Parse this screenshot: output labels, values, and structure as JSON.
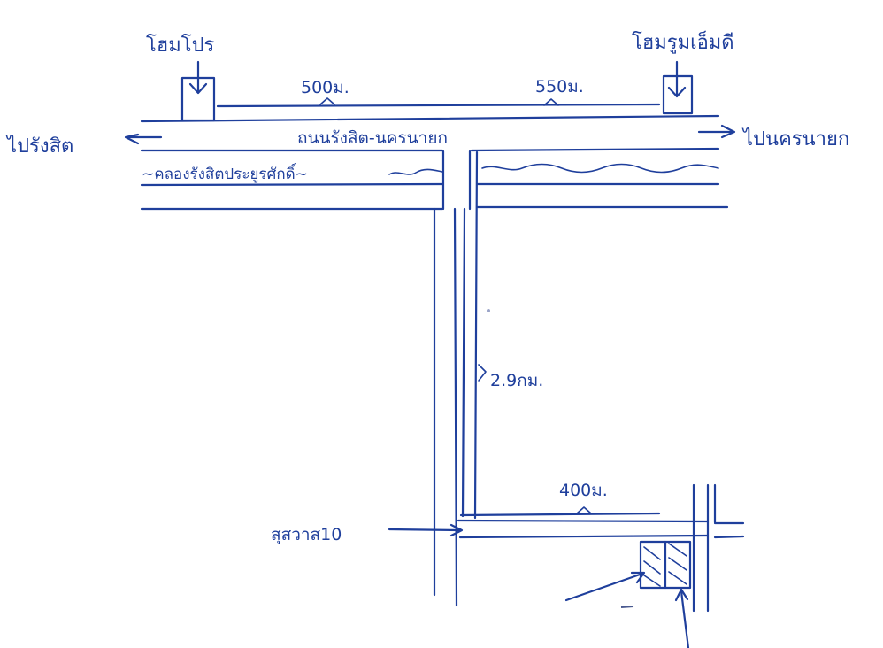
{
  "colors": {
    "ink": "#1f3f9c",
    "paper": "#ffffff"
  },
  "landmarks": {
    "left_store": "โฮมโปร",
    "right_store": "โฮมรูมเอ็มดี"
  },
  "road": {
    "name": "ถนนรังสิต-นครนายก",
    "to_left": "ไปรังสิต",
    "to_right": "ไปนครนายก"
  },
  "canal": {
    "name": "~คลองรังสิตประยูรศักดิ์~"
  },
  "distances": {
    "left_segment": "500ม.",
    "right_segment": "550ม.",
    "side_road": "2.9กม.",
    "bottom_segment": "400ม."
  },
  "junction": {
    "label": "สุสวาส10"
  },
  "icons": {
    "left_arrow": "arrow-left-icon",
    "right_arrow": "arrow-right-icon",
    "store_marker": "arrow-down-icon"
  }
}
